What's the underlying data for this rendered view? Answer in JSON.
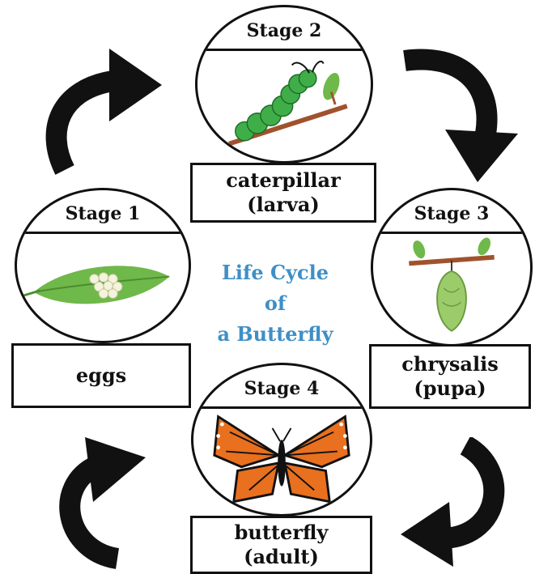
{
  "title_lines": [
    "Life Cycle",
    "of",
    "a Butterfly"
  ],
  "stages": [
    {
      "stage_label": "Stage 1",
      "name": "eggs",
      "detail": ""
    },
    {
      "stage_label": "Stage 2",
      "name": "caterpillar",
      "detail": "(larva)"
    },
    {
      "stage_label": "Stage 3",
      "name": "chrysalis",
      "detail": "(pupa)"
    },
    {
      "stage_label": "Stage 4",
      "name": "butterfly",
      "detail": "(adult)"
    }
  ],
  "colors": {
    "title": "#3f8fc6",
    "outline": "#111111",
    "leaf": "#6fb84a",
    "caterpillar": "#3fae49",
    "butterfly": "#e8701f",
    "chrysalis": "#9ccc6a",
    "branch": "#a0522d"
  },
  "icons": [
    "cycle-arrow-icon",
    "egg-leaf-icon",
    "caterpillar-icon",
    "chrysalis-icon",
    "butterfly-icon"
  ]
}
